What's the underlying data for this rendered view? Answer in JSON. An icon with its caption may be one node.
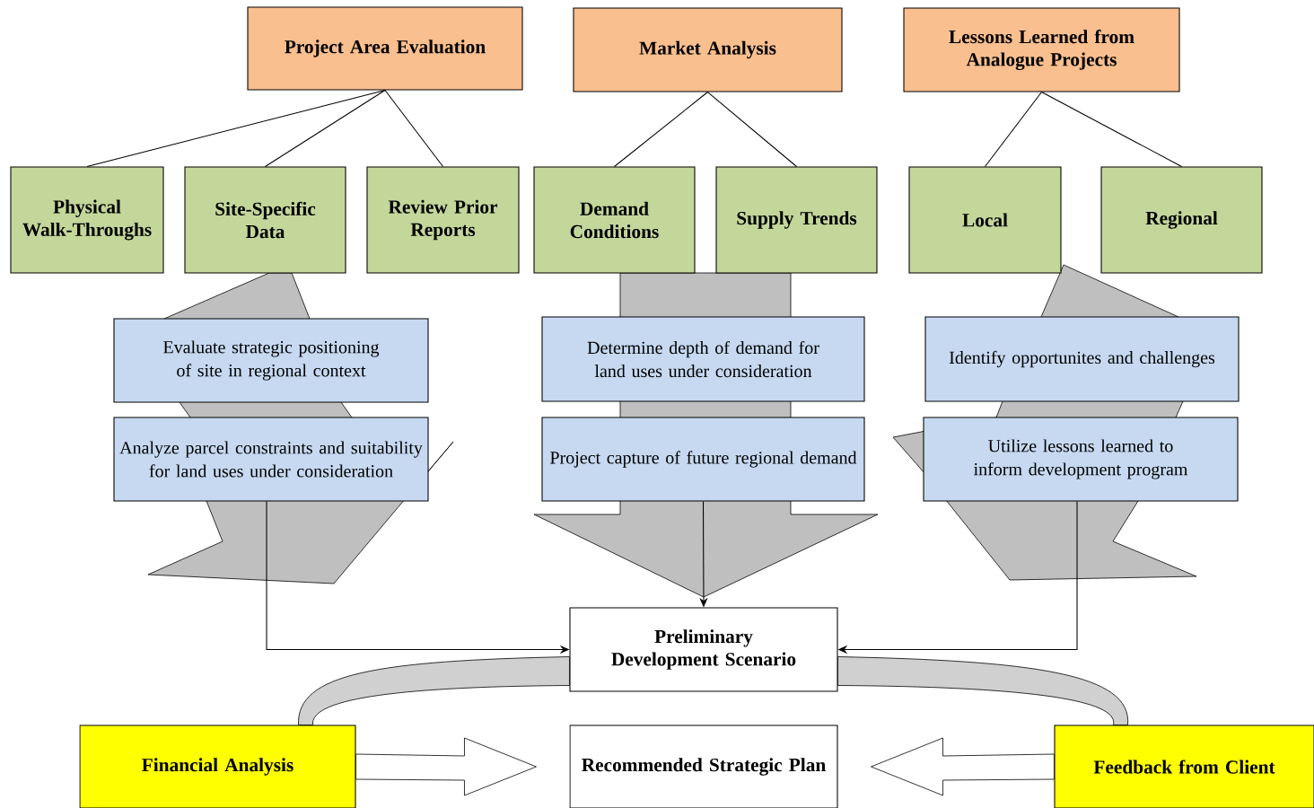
{
  "diagram": {
    "nodes": [
      {
        "text": [
          "Project Area Evaluation"
        ]
      },
      {
        "text": [
          "Market Analysis"
        ]
      },
      {
        "text": [
          "Lessons Learned from Analogue Projects"
        ]
      },
      {
        "text": [
          "Physical Walk-Throughs"
        ]
      },
      {
        "text": [
          "Site-Specific Data"
        ]
      },
      {
        "text": [
          "Review Prior Reports"
        ]
      },
      {
        "text": [
          "Demand Conditions"
        ]
      },
      {
        "text": [
          "Supply Trends"
        ]
      },
      {
        "text": [
          "Local"
        ]
      },
      {
        "text": [
          "Regional"
        ]
      },
      {
        "text": [
          "Evaluate strategic positioning of site in regional context"
        ]
      },
      {
        "text": [
          "Analyze parcel constraints and suitability for land uses under consideration"
        ]
      },
      {
        "text": [
          "Determine depth of demand for land uses under consideration"
        ]
      },
      {
        "text": [
          "Project capture of future regional demand"
        ]
      },
      {
        "text": [
          "Identify opportunites and challenges"
        ]
      },
      {
        "text": [
          "Utilize lessons learned to inform development program"
        ]
      },
      {
        "text": [
          "Preliminary Development Scenario"
        ]
      },
      {
        "text": [
          "Financial Analysis"
        ]
      },
      {
        "text": [
          "Recommended Strategic Plan"
        ]
      },
      {
        "text": [
          "Feedback from Client"
        ]
      }
    ],
    "edges": [
      {
        "from": 0,
        "to": 3,
        "arrow": "none"
      },
      {
        "from": 0,
        "to": 4,
        "arrow": "none"
      },
      {
        "from": 0,
        "to": 5,
        "arrow": "none"
      },
      {
        "from": 1,
        "to": 6,
        "arrow": "none"
      },
      {
        "from": 1,
        "to": 7,
        "arrow": "none"
      },
      {
        "from": 2,
        "to": 8,
        "arrow": "none"
      },
      {
        "from": 2,
        "to": 9,
        "arrow": "none"
      },
      {
        "from": 11,
        "to": 16,
        "arrow": "to"
      },
      {
        "from": 13,
        "to": 16,
        "arrow": "to"
      },
      {
        "from": 15,
        "to": 16,
        "arrow": "to"
      },
      {
        "from": 16,
        "to": 17,
        "arrow": "none",
        "style": "thick",
        "color": "#d0d0d0"
      },
      {
        "from": 17,
        "to": 18,
        "arrow": "to",
        "style": "thick"
      },
      {
        "from": 16,
        "to": 19,
        "arrow": "none",
        "style": "thick",
        "color": "#d0d0d0"
      },
      {
        "from": 19,
        "to": 18,
        "arrow": "to",
        "style": "thick"
      },
      {
        "from": 6,
        "to": 16,
        "arrow": "to",
        "style": "thick",
        "color": "#bfbfbf"
      },
      {
        "from": 7,
        "to": 16,
        "arrow": "to",
        "style": "thick",
        "color": "#bfbfbf"
      }
    ]
  }
}
